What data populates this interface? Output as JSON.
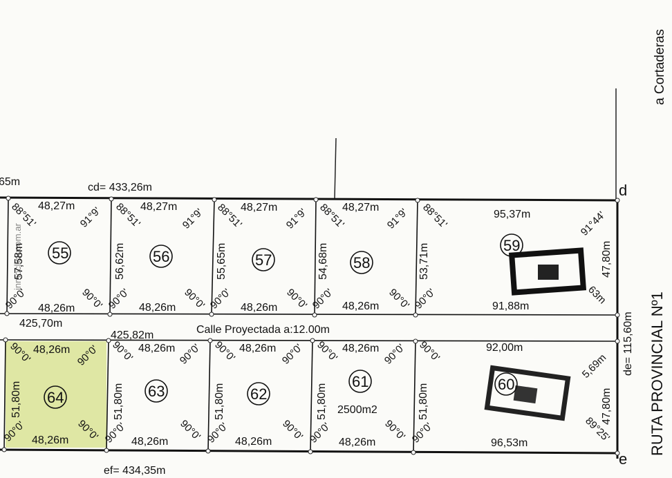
{
  "labels": {
    "top_partial": "65m",
    "cd": "cd= 433,26m",
    "ef": "ef= 434,35m",
    "de": "de= 115,60m",
    "point_d": "d",
    "point_e": "e",
    "road": "Calle Proyectada a:12.00m",
    "mid_left": "425,70m",
    "mid_right": "425,82m",
    "ruta": "RUTA PROVINCIAL Nº1",
    "cortaderas": "a Cortaderas",
    "watermark": "inmoclick.com.ar",
    "area_61": "2500m2"
  },
  "top_lots": [
    {
      "id": "55",
      "top": "48,27m",
      "bottom": "48,26m",
      "side": "57,58m",
      "tl": "88°51'",
      "tr": "91°9'",
      "bl": "90°0'",
      "br": "90°0'"
    },
    {
      "id": "56",
      "top": "48,27m",
      "bottom": "48,26m",
      "side": "56,62m",
      "tl": "88°51'",
      "tr": "91°9'",
      "bl": "90°0'",
      "br": "90°0'"
    },
    {
      "id": "57",
      "top": "48,27m",
      "bottom": "48,26m",
      "side": "55,65m",
      "tl": "88°51'",
      "tr": "91°9'",
      "bl": "90°0'",
      "br": "90°0'"
    },
    {
      "id": "58",
      "top": "48,27m",
      "bottom": "48,26m",
      "side": "54,68m",
      "tl": "88°51'",
      "tr": "91°9'",
      "bl": "90°0'",
      "br": "90°0'"
    }
  ],
  "lot59": {
    "id": "59",
    "top": "95,37m",
    "bottom": "91,88m",
    "left_side": "53,71m",
    "right_side": "47,80m",
    "tl": "88°51'",
    "tr": "91°44'",
    "br": "63m"
  },
  "bottom_lots": [
    {
      "id": "64",
      "top": "48,26m",
      "bottom": "48,26m",
      "side": "51,80m",
      "ang": "90°0'",
      "highlighted": true
    },
    {
      "id": "63",
      "top": "48,26m",
      "bottom": "48,26m",
      "side": "51,80m",
      "ang": "90°0'"
    },
    {
      "id": "62",
      "top": "48,26m",
      "bottom": "48,26m",
      "side": "51,80m",
      "ang": "90°0'"
    },
    {
      "id": "61",
      "top": "48,26m",
      "bottom": "48,26m",
      "side": "51,80m",
      "ang": "90°0'"
    }
  ],
  "lot60": {
    "id": "60",
    "top": "92,00m",
    "bottom": "96,53m",
    "left_side": "51,80m",
    "right_side": "47,80m",
    "tl": "90°0'",
    "bl": "90°0'",
    "tr": "5,69m",
    "br": "89°25'"
  },
  "colors": {
    "highlight": "#dfe7a4",
    "line": "#111111"
  }
}
